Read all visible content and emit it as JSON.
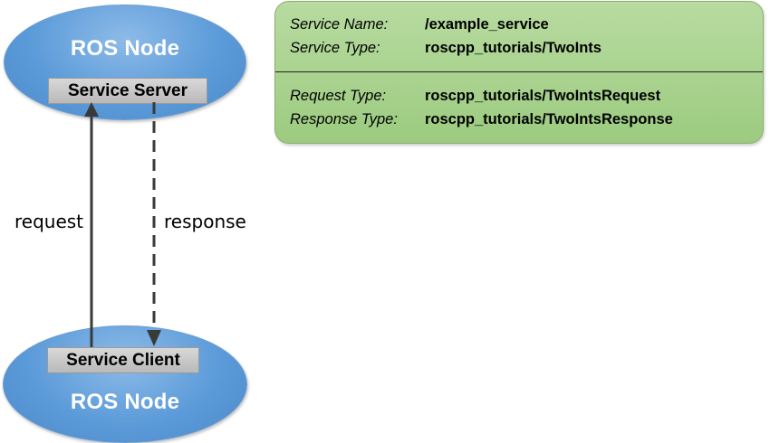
{
  "nodes": {
    "top": {
      "label": "ROS Node",
      "service_box": "Service Server"
    },
    "bottom": {
      "label": "ROS Node",
      "service_box": "Service Client"
    }
  },
  "edges": {
    "request": "request",
    "response": "response"
  },
  "info": {
    "service_name_key": "Service Name:",
    "service_name_value": "/example_service",
    "service_type_key": "Service Type:",
    "service_type_value": "roscpp_tutorials/TwoInts",
    "request_type_key": "Request Type:",
    "request_type_value": "roscpp_tutorials/TwoIntsRequest",
    "response_type_key": "Response Type:",
    "response_type_value": "roscpp_tutorials/TwoIntsResponse"
  },
  "colors": {
    "node_fill": "#5c9bd9",
    "info_fill": "#9ccb80",
    "service_box_fill": "#c8c8c8"
  }
}
